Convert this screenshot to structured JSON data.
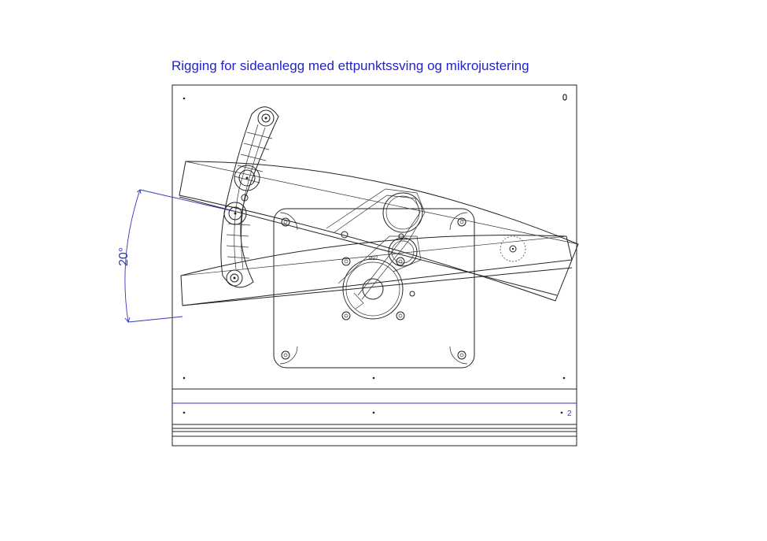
{
  "title": "Rigging for sideanlegg med ettpunktssving og mikrojustering",
  "angle_dimension": "20°",
  "diameter_label": "Ø27",
  "index_label": "2",
  "colors": {
    "annotation": "#2323c8",
    "linework": "#222222"
  }
}
